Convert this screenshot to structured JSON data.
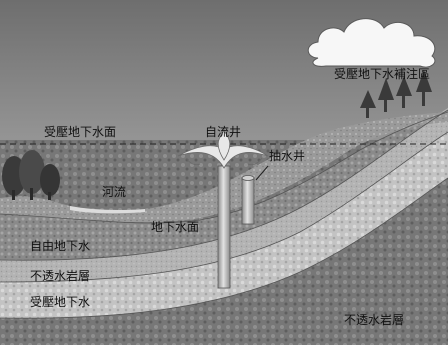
{
  "labels": {
    "recharge_area": "受壓地下水補注區",
    "confined_water_surface": "受壓地下水面",
    "artesian_well": "自流井",
    "pumping_well": "抽水井",
    "river": "河流",
    "water_table": "地下水面",
    "unconfined_groundwater": "自由地下水",
    "impermeable_layer_upper": "不透水岩層",
    "confined_groundwater": "受壓地下水",
    "impermeable_layer_lower": "不透水岩層"
  },
  "colors": {
    "sky_top": "#6e6e6e",
    "sky_bottom": "#c4c4c4",
    "topsoil": "#9e9e9e",
    "unconfined_aquifer": "#8a8a8a",
    "upper_aquiclude": "#b4b4b4",
    "confined_aquifer": "#c2c2c2",
    "lower_bedrock": "#7a7a7a",
    "pipe": "#a8a8a8",
    "tree": "#3a3a3a"
  }
}
